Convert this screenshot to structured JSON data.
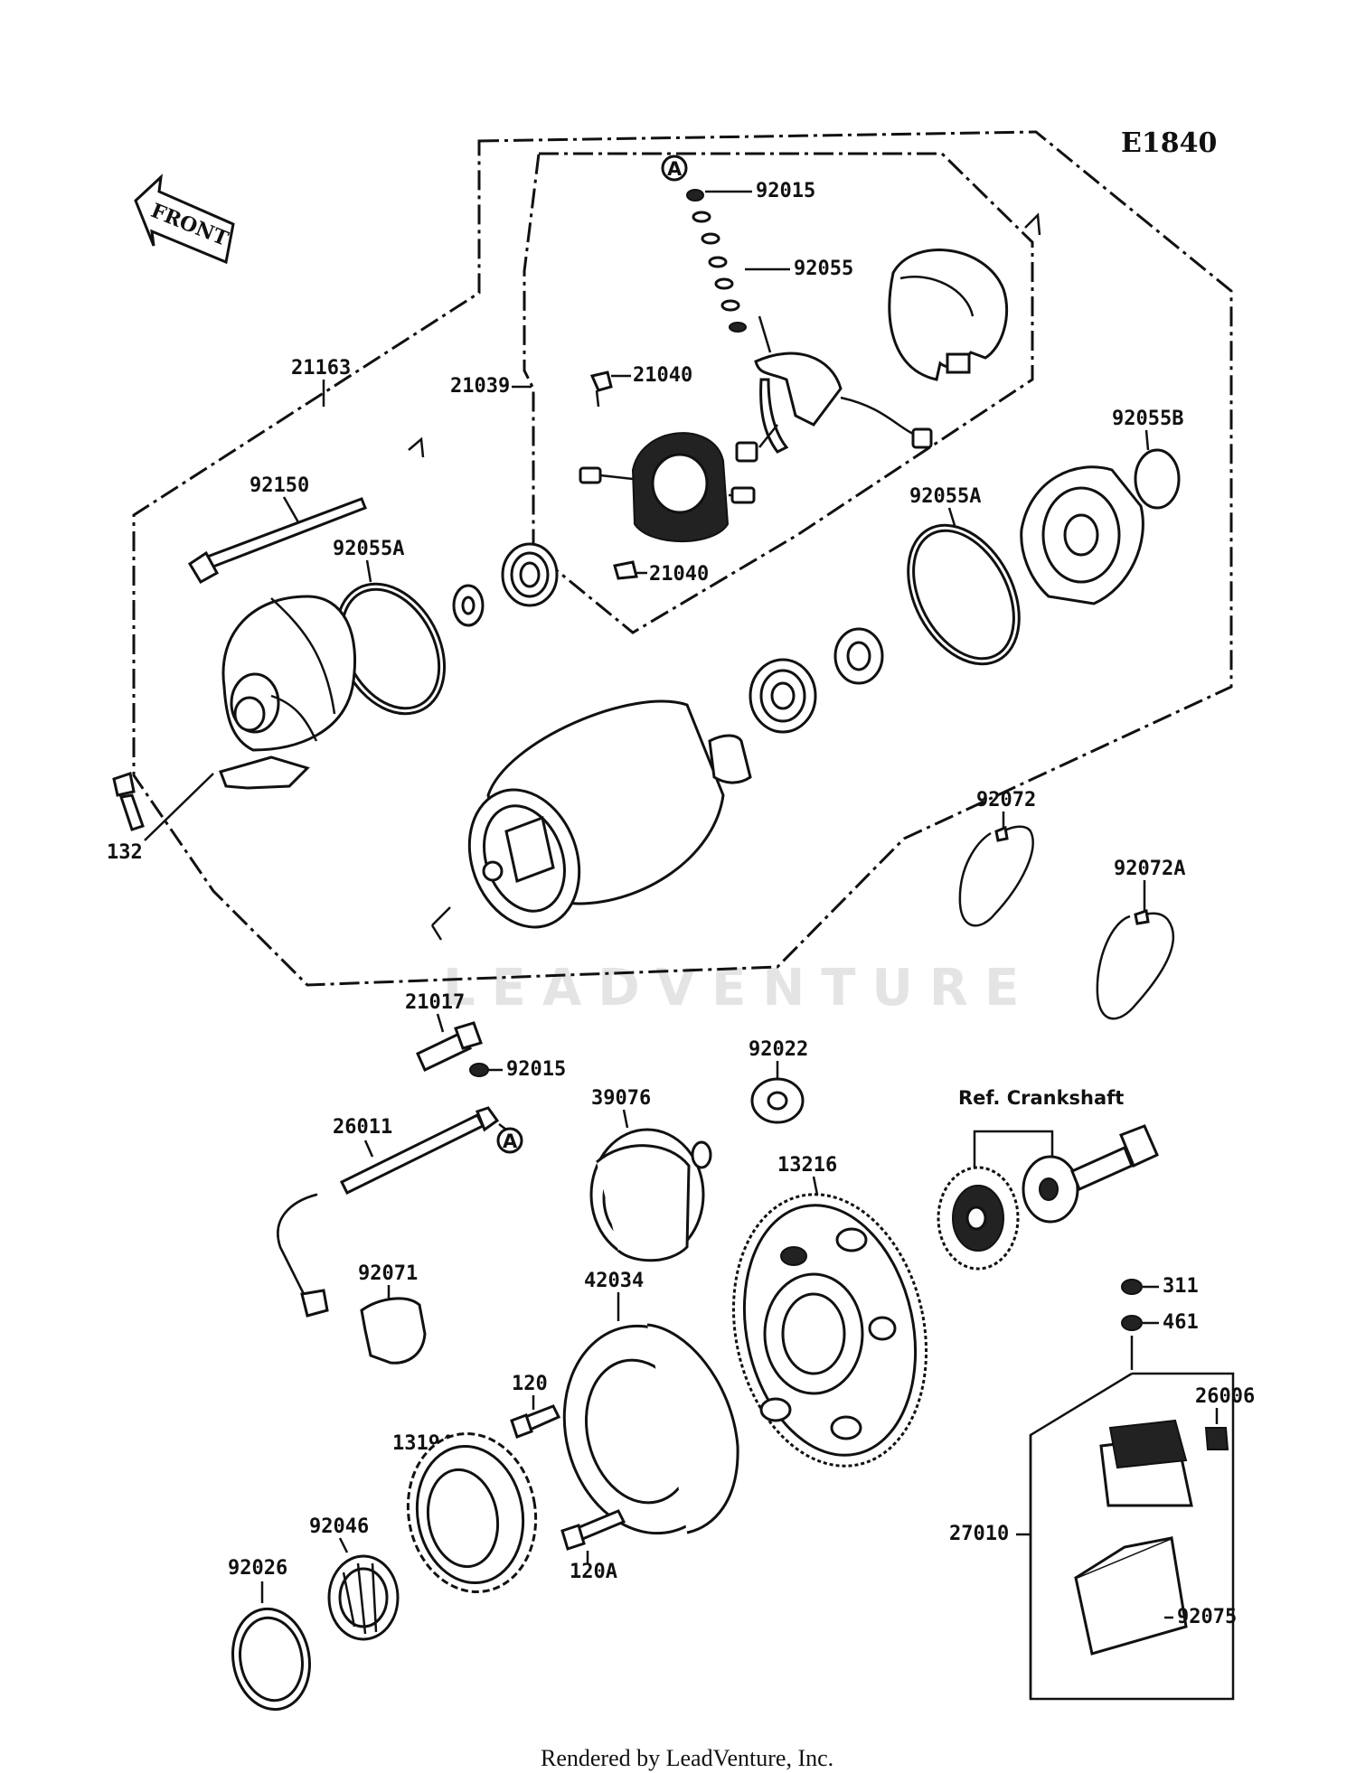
{
  "diagram_code": "E1840",
  "front_arrow": "FRONT",
  "reference_note": "Ref. Crankshaft",
  "callout_letter": "A",
  "watermark": "LEADVENTURE",
  "footer": "Rendered by LeadVenture, Inc.",
  "labels": {
    "l_92015_top": "92015",
    "l_92055": "92055",
    "l_21163": "21163",
    "l_21039": "21039",
    "l_21040_a": "21040",
    "l_92055B": "92055B",
    "l_92150": "92150",
    "l_92055A_left": "92055A",
    "l_92055A_right": "92055A",
    "l_21040_b": "21040",
    "l_132": "132",
    "l_92072": "92072",
    "l_92072A": "92072A",
    "l_21017": "21017",
    "l_92015_mid": "92015",
    "l_92022": "92022",
    "l_39076": "39076",
    "l_26011": "26011",
    "l_13216": "13216",
    "l_92071": "92071",
    "l_42034": "42034",
    "l_311": "311",
    "l_461": "461",
    "l_120": "120",
    "l_26006": "26006",
    "l_13194": "13194",
    "l_92046": "92046",
    "l_27010": "27010",
    "l_92026": "92026",
    "l_120A": "120A",
    "l_92075": "92075"
  }
}
